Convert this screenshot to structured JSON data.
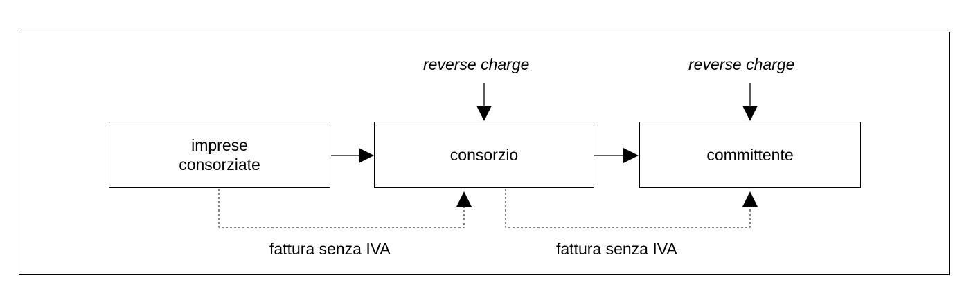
{
  "diagram": {
    "nodes": [
      {
        "id": "imprese",
        "label": "imprese\nconsorziate"
      },
      {
        "id": "consorzio",
        "label": "consorzio"
      },
      {
        "id": "committente",
        "label": "committente"
      }
    ],
    "annotations": {
      "reverse_charge_1": "reverse charge",
      "reverse_charge_2": "reverse charge",
      "invoice_1": "fattura senza IVA",
      "invoice_2": "fattura senza IVA"
    },
    "edges": [
      {
        "from": "imprese",
        "to": "consorzio",
        "style": "solid"
      },
      {
        "from": "consorzio",
        "to": "committente",
        "style": "solid"
      },
      {
        "from": "reverse_charge_1",
        "to": "consorzio",
        "style": "solid"
      },
      {
        "from": "reverse_charge_2",
        "to": "committente",
        "style": "solid"
      },
      {
        "from": "imprese",
        "to": "consorzio",
        "style": "dashed",
        "label": "fattura senza IVA"
      },
      {
        "from": "consorzio",
        "to": "committente",
        "style": "dashed",
        "label": "fattura senza IVA"
      }
    ]
  }
}
